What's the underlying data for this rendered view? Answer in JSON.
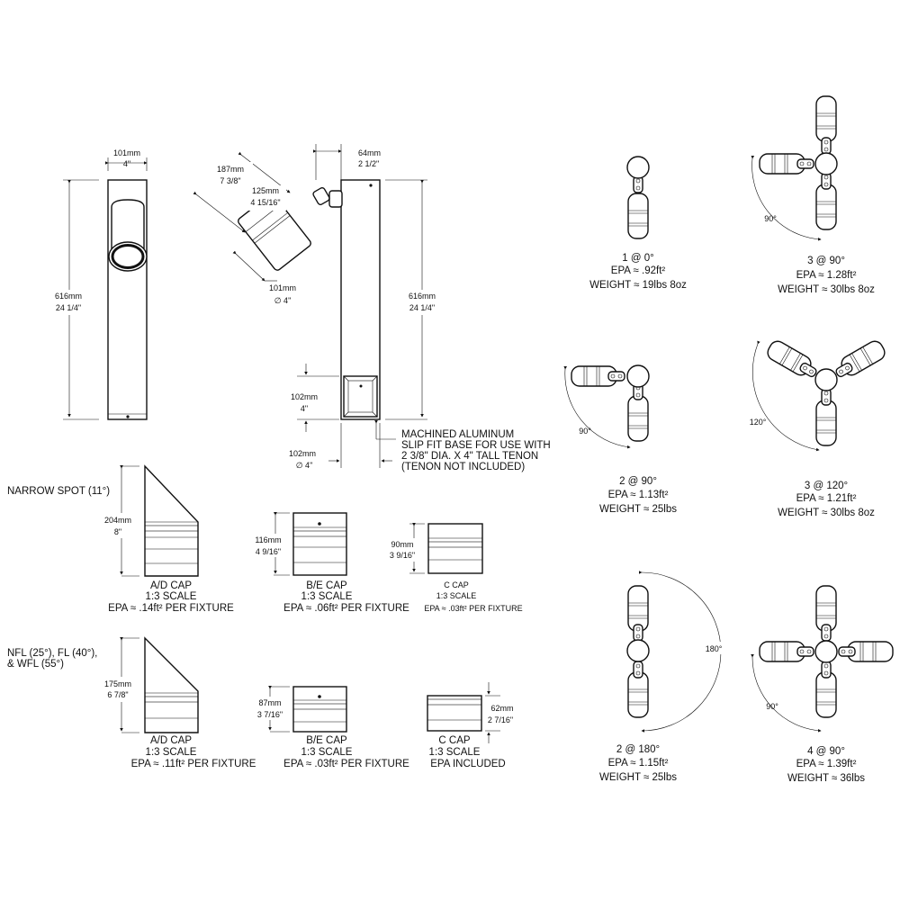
{
  "pole_front": {
    "width_mm": "101mm",
    "width_in": "4\"",
    "height_mm": "616mm",
    "height_in": "24 1/4\""
  },
  "pole_side": {
    "top_mm": "64mm",
    "top_in": "2 1/2\"",
    "head_len_mm": "187mm",
    "head_len_in": "7 3/8\"",
    "head_neck_mm": "125mm",
    "head_neck_in": "4 15/16\"",
    "head_dia_mm": "101mm",
    "head_dia_in": "∅ 4\"",
    "height_mm": "616mm",
    "height_in": "24 1/4\"",
    "base_h_mm": "102mm",
    "base_h_in": "4\"",
    "base_w_mm": "102mm",
    "base_w_in": "∅ 4\"",
    "base_note": [
      "MACHINED ALUMINUM",
      "SLIP FIT BASE FOR USE WITH",
      "2 3/8\" DIA. X 4\" TALL TENON",
      "(TENON NOT INCLUDED)"
    ]
  },
  "narrow_spot": {
    "label": "NARROW SPOT (11°)",
    "ad": {
      "dim_mm": "204mm",
      "dim_in": "8\"",
      "name": "A/D CAP",
      "scale": "1:3 SCALE",
      "epa": "EPA ≈ .14ft² PER FIXTURE"
    },
    "be": {
      "dim_mm": "116mm",
      "dim_in": "4 9/16\"",
      "name": "B/E CAP",
      "scale": "1:3 SCALE",
      "epa": "EPA ≈ .06ft² PER FIXTURE"
    },
    "c": {
      "dim_mm": "90mm",
      "dim_in": "3 9/16\"",
      "name": "C CAP",
      "scale": "1:3 SCALE",
      "epa": "EPA ≈ .03ft² PER FIXTURE"
    }
  },
  "wide_spot": {
    "label": [
      "NFL (25°), FL (40°),",
      "& WFL (55°)"
    ],
    "ad": {
      "dim_mm": "175mm",
      "dim_in": "6 7/8\"",
      "name": "A/D CAP",
      "scale": "1:3 SCALE",
      "epa": "EPA ≈ .11ft² PER FIXTURE"
    },
    "be": {
      "dim_mm": "87mm",
      "dim_in": "3 7/16\"",
      "name": "B/E CAP",
      "scale": "1:3 SCALE",
      "epa": "EPA ≈ .03ft² PER FIXTURE"
    },
    "c": {
      "dim_mm": "62mm",
      "dim_in": "2 7/16\"",
      "name": "C CAP",
      "scale": "1:3 SCALE",
      "epa": "EPA INCLUDED"
    }
  },
  "configs": [
    {
      "name": "1 @ 0°",
      "epa": "EPA ≈ .92ft²",
      "weight": "WEIGHT ≈ 19lbs 8oz"
    },
    {
      "name": "3 @ 90°",
      "epa": "EPA ≈ 1.28ft²",
      "weight": "WEIGHT ≈ 30lbs 8oz",
      "angle": "90°"
    },
    {
      "name": "2 @ 90°",
      "epa": "EPA ≈ 1.13ft²",
      "weight": "WEIGHT ≈ 25lbs",
      "angle": "90°"
    },
    {
      "name": "3 @ 120°",
      "epa": "EPA ≈ 1.21ft²",
      "weight": "WEIGHT ≈ 30lbs 8oz",
      "angle": "120°"
    },
    {
      "name": "2 @ 180°",
      "epa": "EPA ≈ 1.15ft²",
      "weight": "WEIGHT ≈ 25lbs",
      "angle": "180°"
    },
    {
      "name": "4 @ 90°",
      "epa": "EPA ≈ 1.39ft²",
      "weight": "WEIGHT ≈ 36lbs",
      "angle": "90°"
    }
  ]
}
